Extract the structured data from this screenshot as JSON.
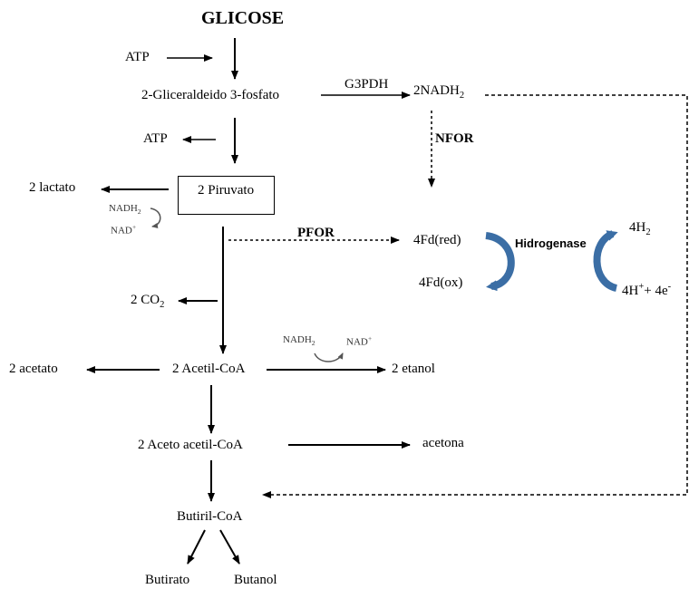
{
  "title": "GLICOSE",
  "nodes": {
    "atp_in": "ATP",
    "gliceraldeido": "2-Gliceraldeido 3-fosfato",
    "atp_out": "ATP",
    "lactato": "2 lactato",
    "piruvato": "2 Piruvato",
    "nadh2_nadh": "NADH",
    "nadh2_sub": "2",
    "nad_lactato": "NAD",
    "nad_sup": "+",
    "co2": "2 CO",
    "co2_sub": "2",
    "acetil_coa": "2 Acetil-CoA",
    "acetato": "2 acetato",
    "etanol": "2 etanol",
    "nadh_etanol": "NADH",
    "nadh_etanol_sub": "2",
    "nad_etanol": "NAD",
    "nad_etanol_sup": "+",
    "aceto_acetil": "2 Aceto acetil-CoA",
    "acetona": "acetona",
    "butiril": "Butiril-CoA",
    "butirato": "Butirato",
    "butanol": "Butanol",
    "nadh_main": "2NADH",
    "nadh_main_sub": "2",
    "fd_red": "4Fd(red)",
    "fd_ox": "4Fd(ox)",
    "h2": "4H",
    "h2_sub": "2",
    "hplus": "4H",
    "hplus_sup": "+",
    "hplus_rest": "+ 4e",
    "hplus_esup": "-"
  },
  "enzymes": {
    "g3pdh": "G3PDH",
    "nfor": "NFOR",
    "pfor": "PFOR",
    "hidrogenase": "Hidrogenase"
  },
  "colors": {
    "line": "#000000",
    "curved_arrow": "#3b6ea5",
    "small_text": "#333333"
  }
}
